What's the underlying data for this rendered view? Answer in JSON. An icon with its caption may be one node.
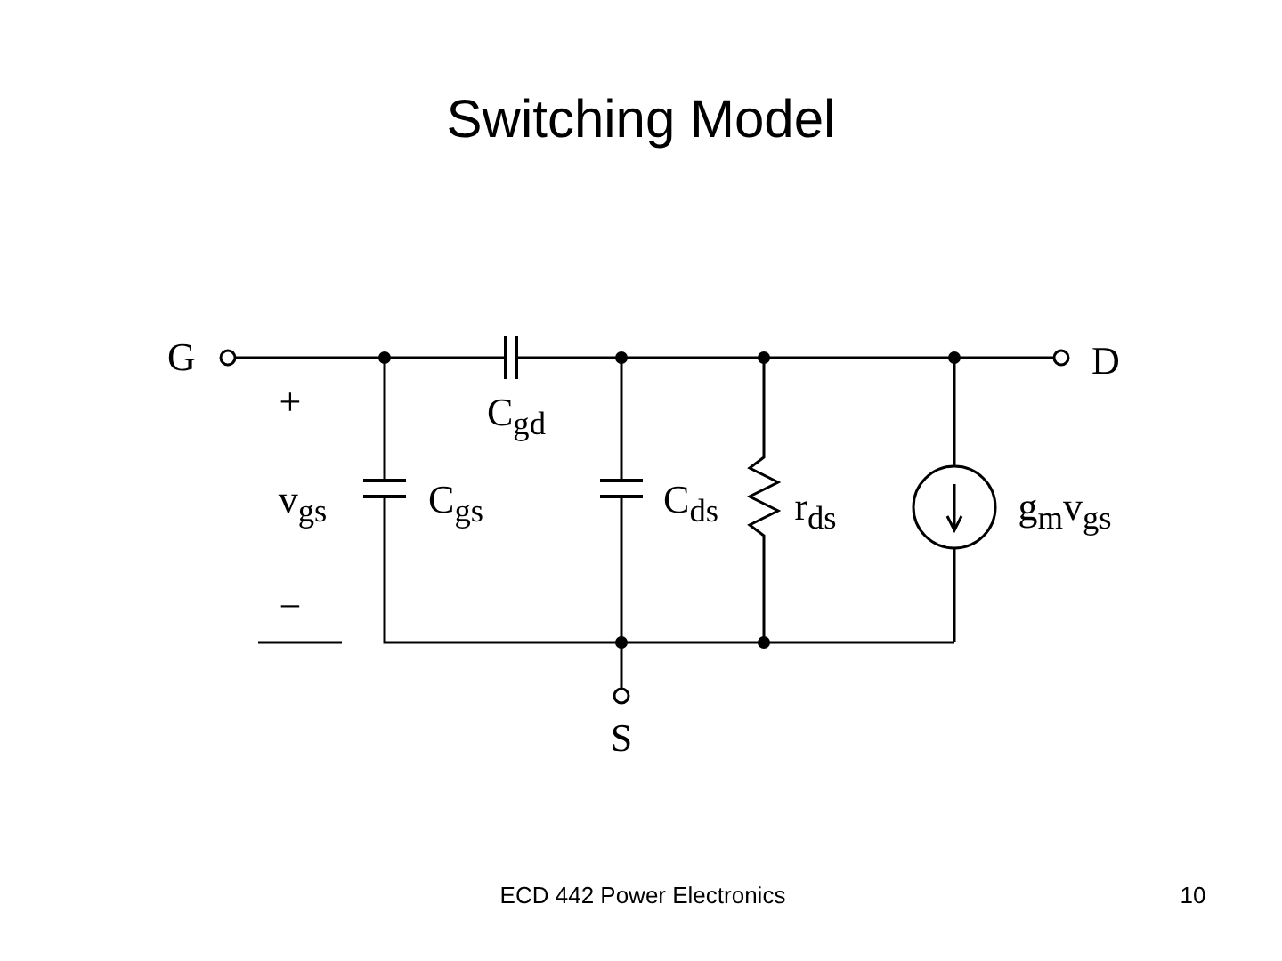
{
  "diagram": {
    "title": "Switching Model",
    "labels": [
      "G",
      "D",
      "+",
      "C$_{gd}$",
      "v$_{gs}$",
      "C$_{gs}$",
      "C$_{ds}$",
      "r$_{ds}$",
      "g$_{m}$v$_{gs}$",
      "−",
      "S",
      "ECD 442 Power Electronics",
      "10"
    ]
  }
}
